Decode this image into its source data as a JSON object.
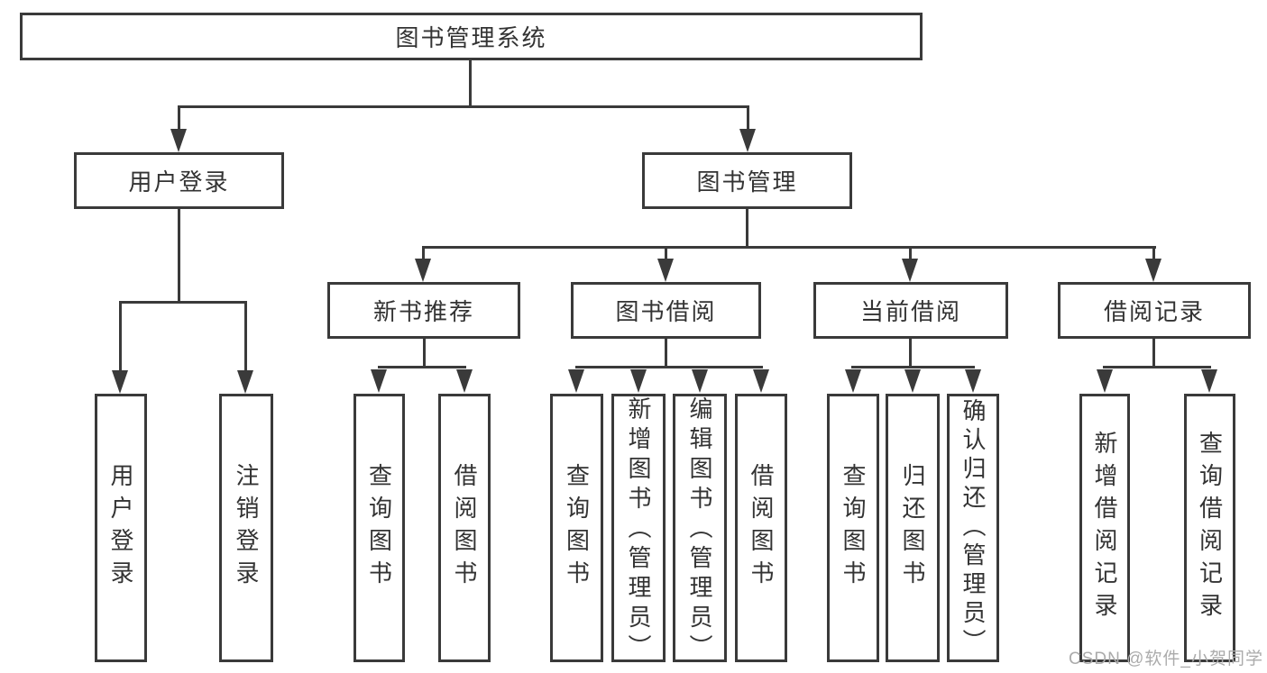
{
  "diagram": {
    "title": "图书管理系统",
    "level1": {
      "user_login": "用户登录",
      "book_mgmt": "图书管理"
    },
    "level2": {
      "new_books": "新书推荐",
      "book_borrow": "图书借阅",
      "current_borrow": "当前借阅",
      "borrow_records": "借阅记录"
    },
    "leaves": {
      "user_login": "用户登录",
      "logout": "注销登录",
      "query_book_1": "查询图书",
      "borrow_book_1": "借阅图书",
      "query_book_2": "查询图书",
      "add_book_admin": "新增图书（管理员）",
      "edit_book_admin": "编辑图书（管理员）",
      "borrow_book_2": "借阅图书",
      "query_book_3": "查询图书",
      "return_book": "归还图书",
      "confirm_return_admin": "确认归还（管理员）",
      "add_borrow_record": "新增借阅记录",
      "query_borrow_record": "查询借阅记录"
    }
  },
  "watermark": "CSDN @软件_小贺同学",
  "colors": {
    "line": "#3a3a3a",
    "text": "#333333",
    "background": "#ffffff",
    "watermark": "#ababab"
  }
}
